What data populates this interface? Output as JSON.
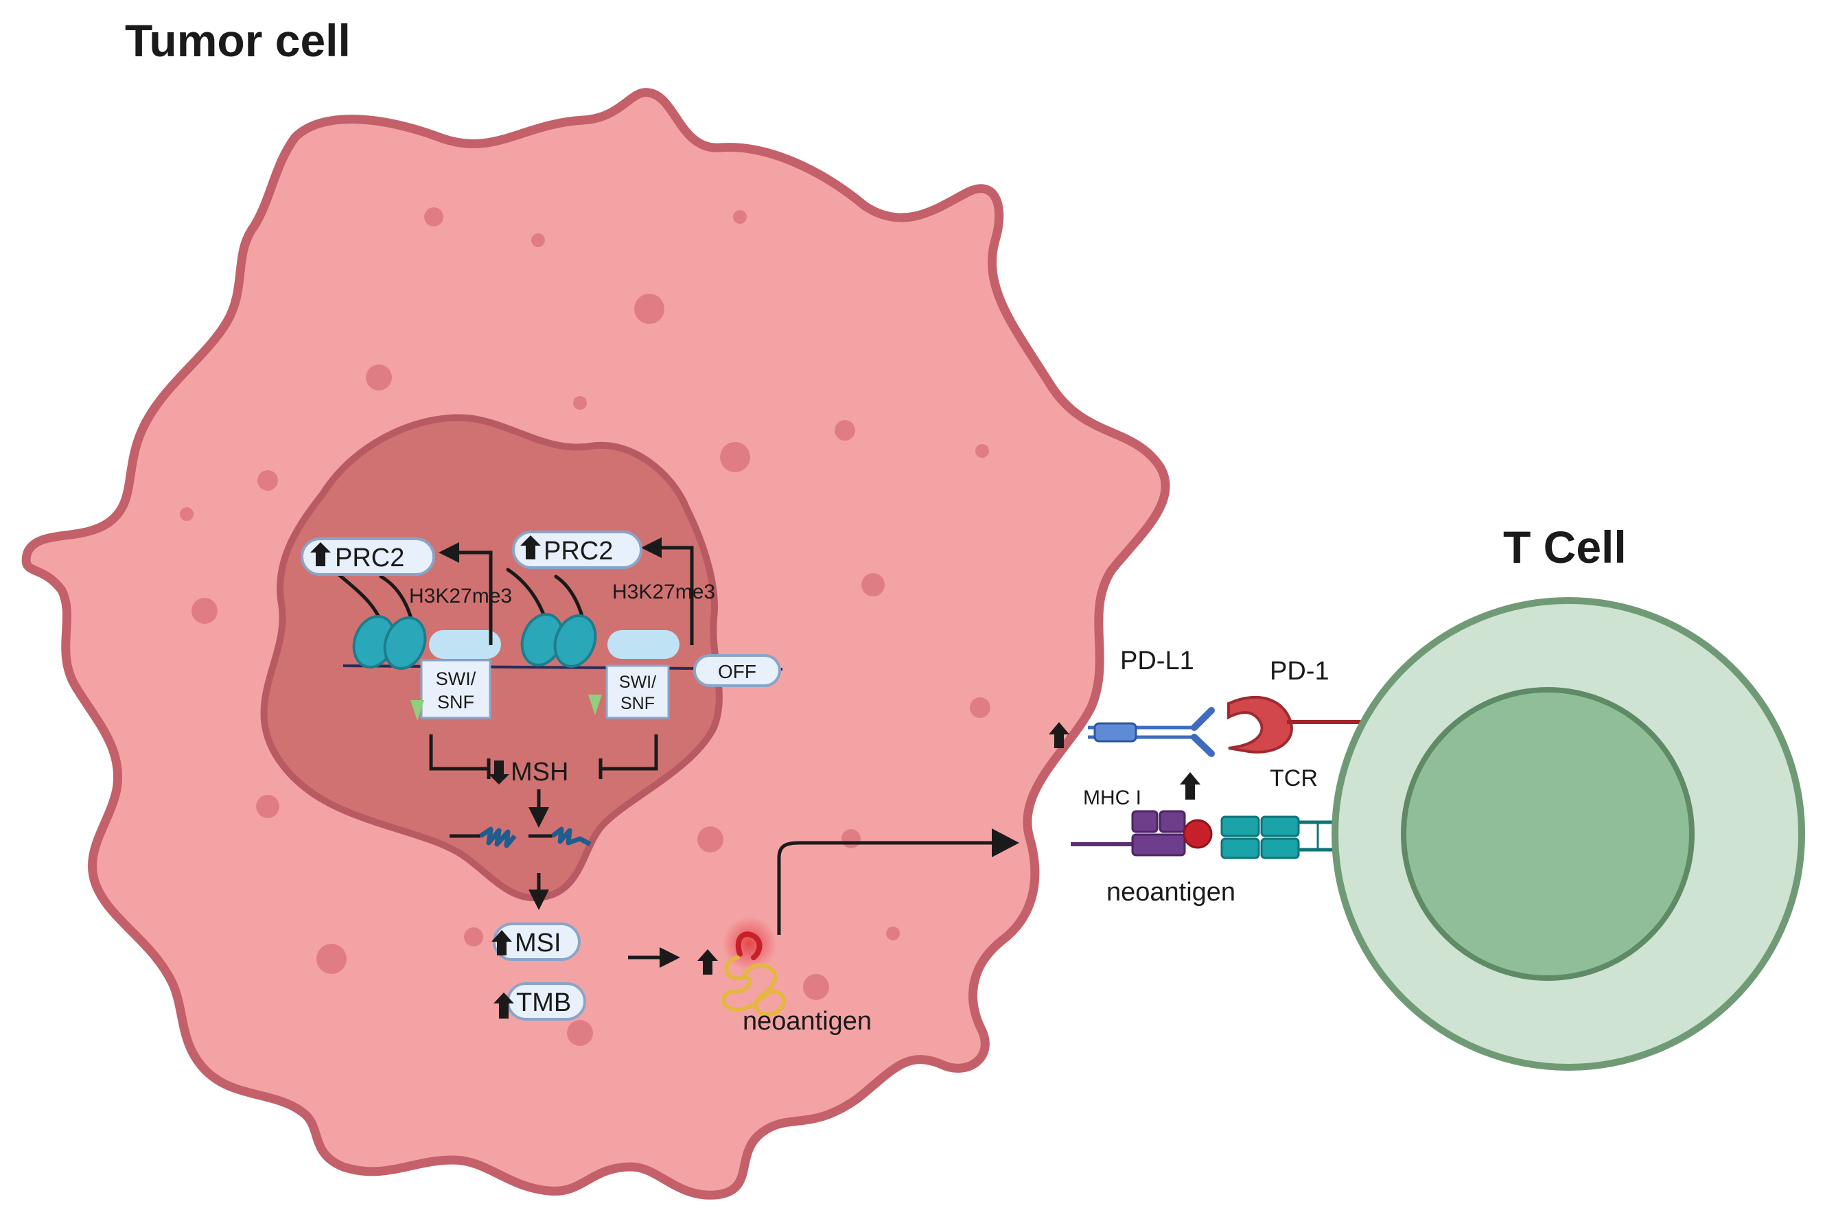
{
  "titles": {
    "tumor_cell": "Tumor cell",
    "t_cell": "T Cell"
  },
  "nucleus": {
    "prc2_left": "PRC2",
    "prc2_right": "PRC2",
    "h3k27me3_left": "H3K27me3",
    "h3k27me3_right": "H3K27me3",
    "swi_snf_left_line1": "SWI/",
    "swi_snf_left_line2": "SNF",
    "swi_snf_right_line1": "SWI/",
    "swi_snf_right_line2": "SNF",
    "off": "OFF",
    "msh": "MSH"
  },
  "cytoplasm": {
    "msi": "MSI",
    "tmb": "TMB",
    "neoantigen": "neoantigen"
  },
  "synapse": {
    "pd_l1": "PD-L1",
    "pd_1": "PD-1",
    "mhc_i": "MHC I",
    "tcr": "TCR",
    "neoantigen": "neoantigen"
  },
  "colors": {
    "cell_fill": "#f4a3a5",
    "cell_border": "#c4606a",
    "nucleus_fill": "#d07272",
    "nucleus_border": "#b85a62",
    "tcell_outer": "#cfe3d2",
    "tcell_inner": "#8fbe98",
    "tcell_border": "#6f9a75",
    "nucleosome": "#2aa7b8",
    "pill_fill": "#e8f1fb",
    "pill_border": "#8aa4c8",
    "swi_fill": "#bfe3f4",
    "mhc": "#6e3d8c",
    "tcr": "#1aa3a8",
    "pd1": "#d2474b",
    "pdl1": "#3d6bbf",
    "neoantigen_coil": "#e5b640",
    "neoantigen_hook": "#c8202a",
    "inhibition_arrow": "#8fcf7d"
  }
}
